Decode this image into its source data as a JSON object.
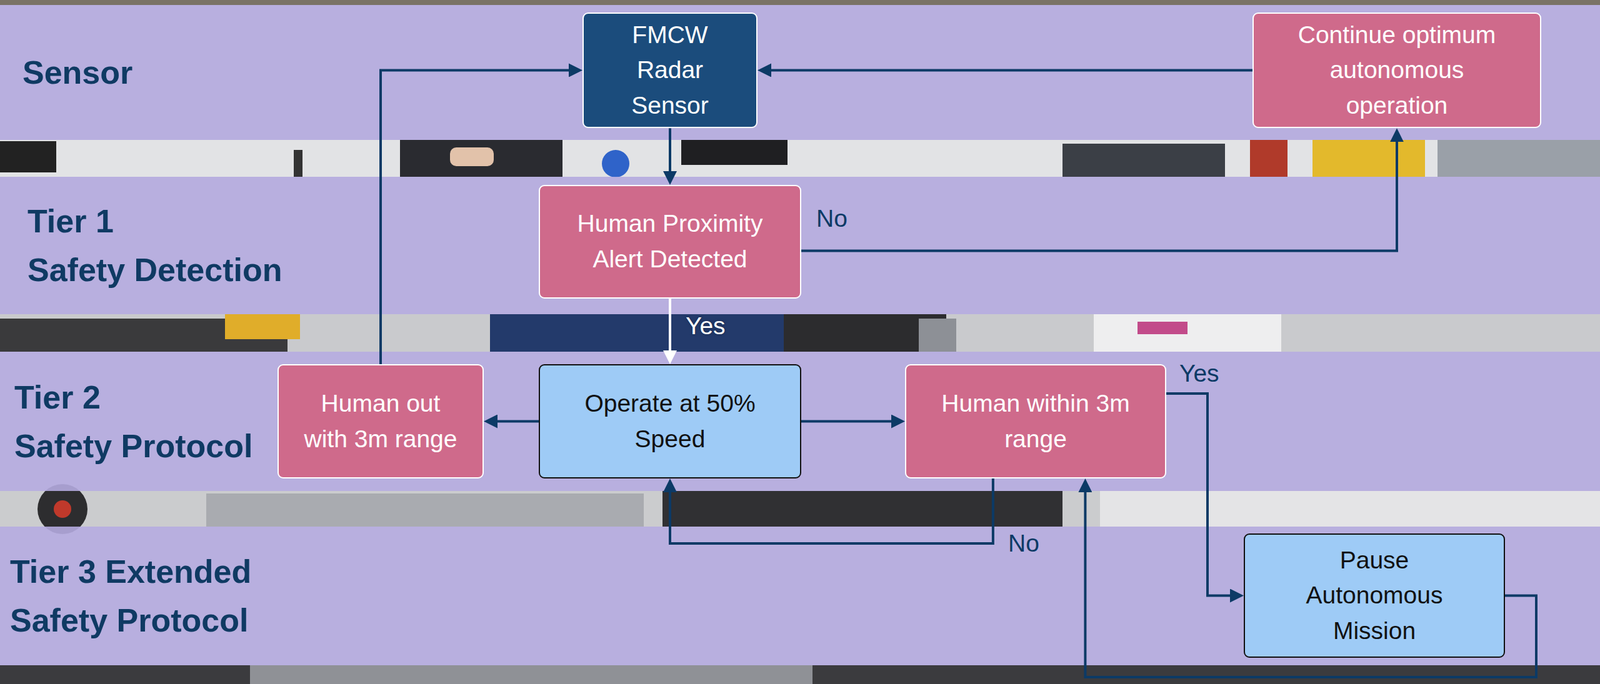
{
  "diagram": {
    "nodes": [
      {
        "text": [
          "Sensor"
        ]
      },
      {
        "text": [
          "FMCW Radar Sensor"
        ],
        "in": 0
      },
      {
        "text": [
          "Continue optimum autonomous operation"
        ],
        "in": 0
      },
      {
        "text": [
          "Tier 1 Safety Detection"
        ]
      },
      {
        "text": [
          "Human Proximity Alert Detected"
        ],
        "in": 3
      },
      {
        "text": [
          "Tier 2 Safety Protocol"
        ]
      },
      {
        "text": [
          "Human out with 3m range"
        ],
        "in": 5
      },
      {
        "text": [
          "Operate at 50% Speed"
        ],
        "in": 5
      },
      {
        "text": [
          "Human within 3m range"
        ],
        "in": 5
      },
      {
        "text": [
          "Tier 3 Extended Safety Protocol"
        ]
      },
      {
        "text": [
          "Pause Autonomous Mission"
        ],
        "in": 9
      }
    ],
    "edges": [
      {
        "from": 1,
        "to": 4,
        "arrow": "to"
      },
      {
        "from": 4,
        "to": 2,
        "label": "No",
        "arrow": "to"
      },
      {
        "from": 2,
        "to": 1,
        "arrow": "to"
      },
      {
        "from": 4,
        "to": 7,
        "label": "Yes",
        "arrow": "to"
      },
      {
        "from": 7,
        "to": 6,
        "arrow": "to"
      },
      {
        "from": 7,
        "to": 8,
        "arrow": "to"
      },
      {
        "from": 6,
        "to": 1,
        "arrow": "to"
      },
      {
        "from": 8,
        "to": 10,
        "label": "Yes",
        "arrow": "to"
      },
      {
        "from": 8,
        "to": 7,
        "label": "No",
        "arrow": "to"
      },
      {
        "from": 10,
        "to": 8,
        "arrow": "to"
      }
    ]
  }
}
